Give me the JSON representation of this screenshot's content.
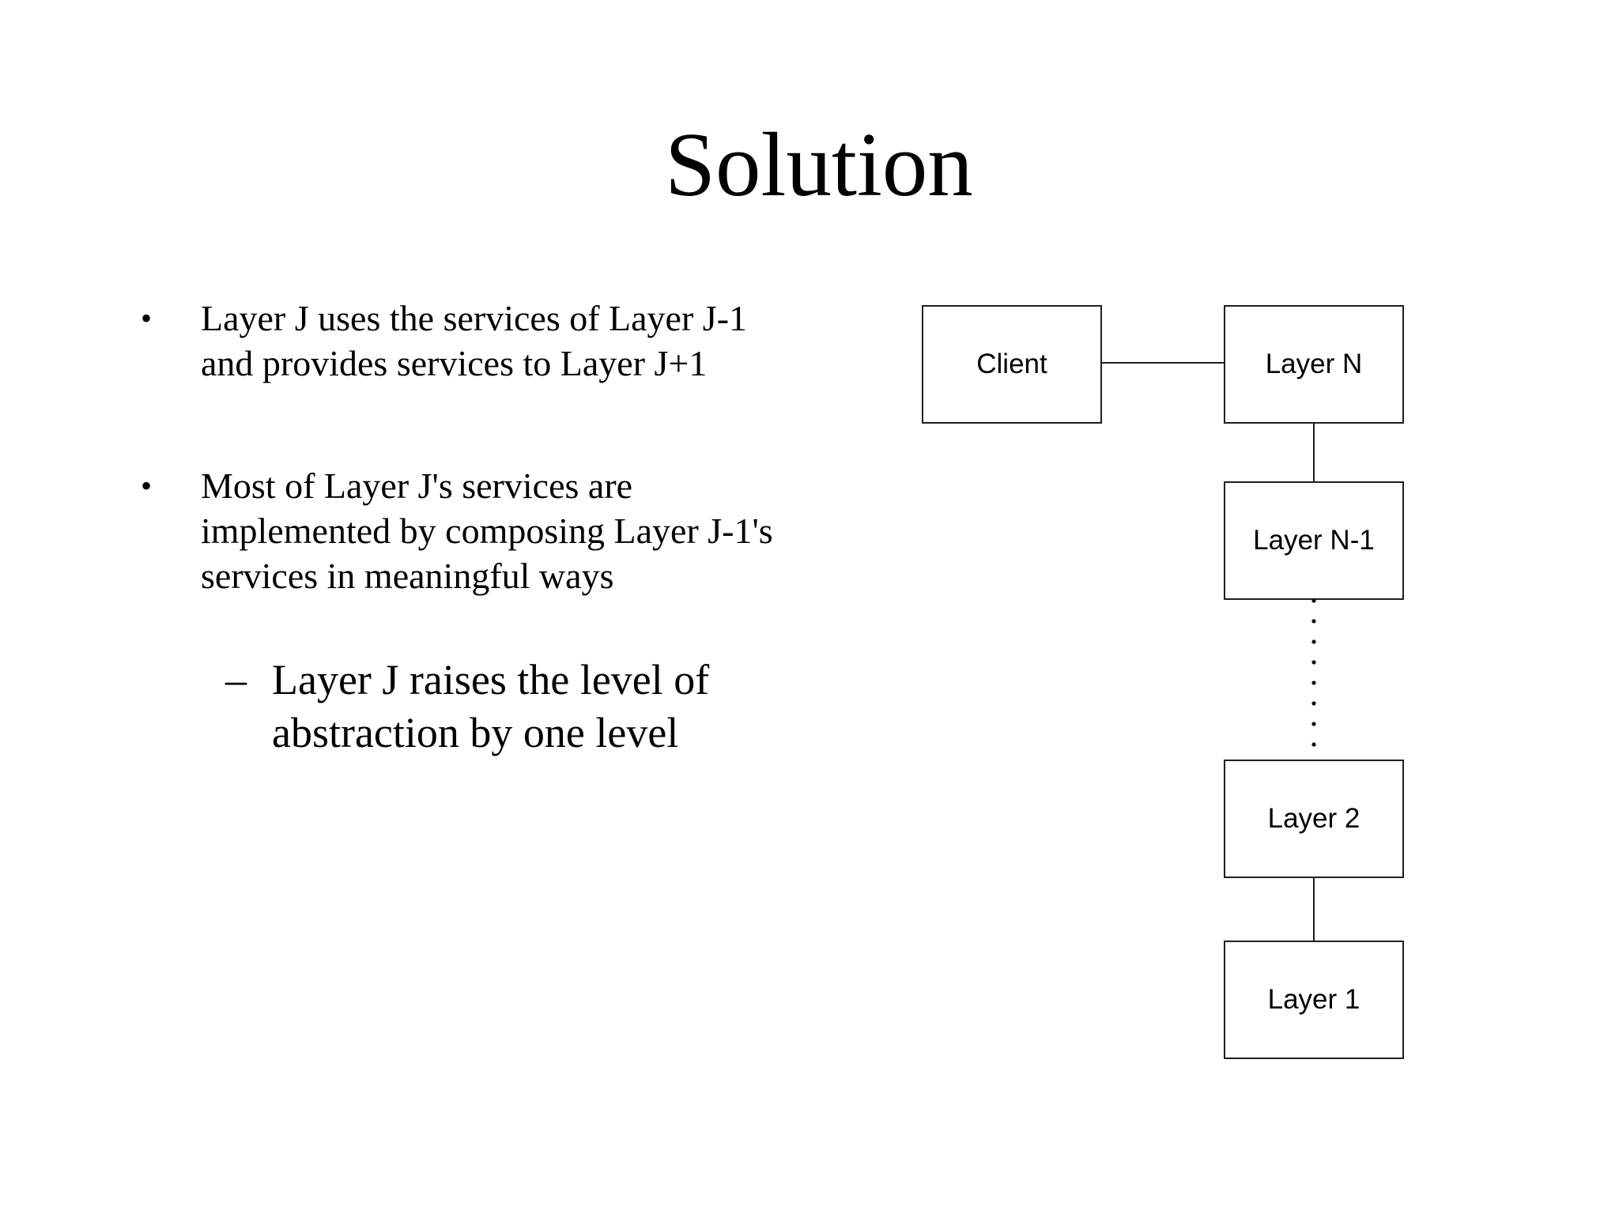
{
  "slide": {
    "title": "Solution",
    "bullets": [
      {
        "level": 1,
        "marker": "•",
        "lines": [
          "Layer J uses the services of Layer J-1",
          "and provides services to Layer J+1"
        ]
      },
      {
        "level": 1,
        "marker": "•",
        "lines": [
          "Most of Layer J's services are",
          "implemented by composing Layer J-1's",
          "services in meaningful ways"
        ]
      },
      {
        "level": 2,
        "marker": "–",
        "lines": [
          "Layer J raises the level of",
          "abstraction by one level"
        ]
      }
    ],
    "diagram": {
      "boxes": [
        {
          "id": "client",
          "label": "Client"
        },
        {
          "id": "layer-n",
          "label": "Layer N"
        },
        {
          "id": "layer-n-1",
          "label": "Layer N-1"
        },
        {
          "id": "layer-2",
          "label": "Layer 2"
        },
        {
          "id": "layer-1",
          "label": "Layer 1"
        }
      ],
      "connections": [
        {
          "from": "client",
          "to": "layer-n",
          "style": "solid"
        },
        {
          "from": "layer-n",
          "to": "layer-n-1",
          "style": "solid"
        },
        {
          "from": "layer-n-1",
          "to": "layer-2",
          "style": "dotted"
        },
        {
          "from": "layer-2",
          "to": "layer-1",
          "style": "solid"
        }
      ]
    },
    "colors": {
      "background": "#ffffff",
      "text": "#000000",
      "line": "#1f1f1f"
    }
  }
}
